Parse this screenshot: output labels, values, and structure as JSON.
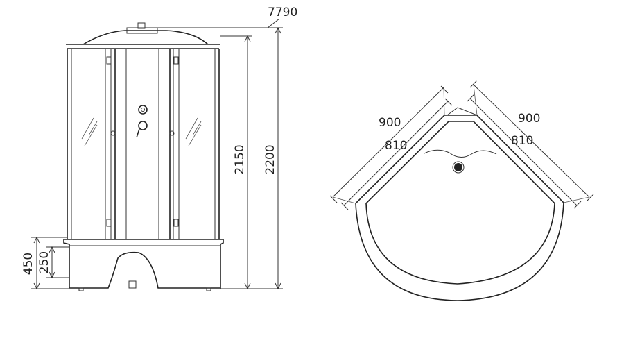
{
  "side_view": {
    "dims": {
      "top_code": "7790",
      "height_total": "2200",
      "height_cabin": "2150",
      "tray_height": "450",
      "tray_step": "250"
    }
  },
  "plan_view": {
    "dims": {
      "left_outer": "900",
      "left_inner": "810",
      "right_outer": "900",
      "right_inner": "810"
    }
  },
  "colors": {
    "line": "#222222",
    "background": "#ffffff"
  }
}
